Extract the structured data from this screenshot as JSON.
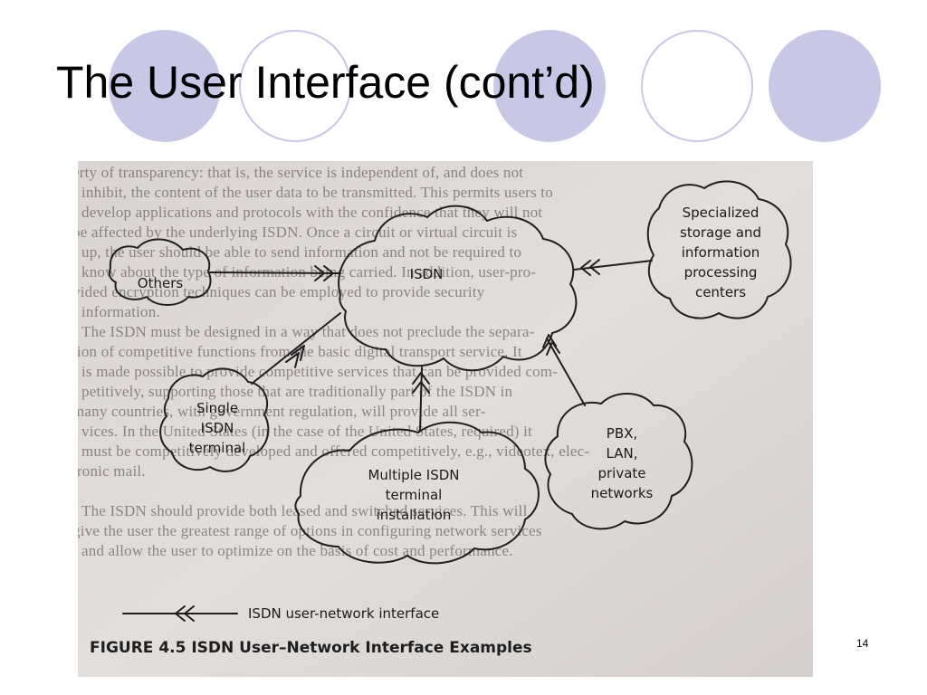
{
  "slide": {
    "title": "The User Interface (cont’d)",
    "number": "14"
  },
  "diagram": {
    "nodes": {
      "isdn": "ISDN",
      "others": "Others",
      "specialized": [
        "Specialized",
        "storage and",
        "information",
        "processing",
        "centers"
      ],
      "single": [
        "Single",
        "ISDN",
        "terminal"
      ],
      "multiple": [
        "Multiple ISDN",
        "terminal",
        "installation"
      ],
      "pbx": [
        "PBX,",
        "LAN,",
        "private",
        "networks"
      ]
    },
    "legend": "ISDN user-network interface",
    "caption": "FIGURE 4.5  ISDN User–Network Interface Examples"
  },
  "background_text": [
    "erty of transparency: that is, the service is independent of, and does not",
    "inhibit, the content of the user data to be transmitted. This permits users to",
    "develop applications and protocols with the confidence that they will not",
    "be affected by the underlying ISDN. Once a circuit or virtual circuit is",
    "up, the user should be able to send information and not be required to",
    "know about the type of information being carried. In addition, user-pro-",
    "vided encryption techniques can be employed to provide security",
    "information.",
    "   The ISDN must be designed in a way that does not preclude the separa-",
    "tion of competitive functions from the basic digital transport service. It",
    "is made possible to provide competitive services that can be provided com-",
    "petitively, supporting those that are traditionally part of the ISDN in",
    "many countries, with government regulation, will provide all ser-",
    "vices. In the United States (in the case of the United States, required) it",
    "must be competitively developed and offered competitively, e.g., videotex, elec-",
    "tronic mail.",
    "",
    "   The ISDN should provide both leased and switched services. This will",
    "give the user the greatest range of options in configuring network services",
    "and allow the user to optimize on the basis of cost and performance."
  ],
  "colors": {
    "circle_filled": "#c8c8e6",
    "circle_outline": "#c8c8e6",
    "scan_background": "#ddd9d7"
  }
}
